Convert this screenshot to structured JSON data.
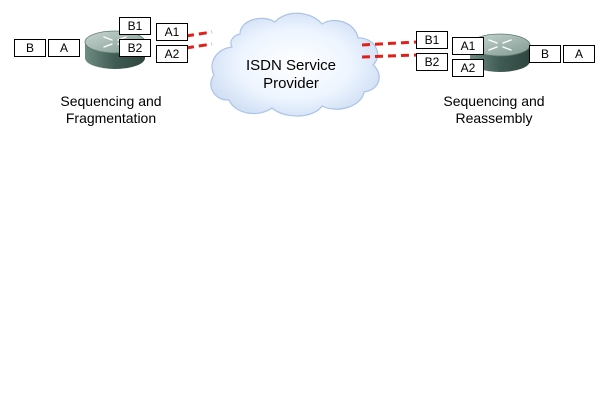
{
  "left_side": {
    "input_packets": [
      "B",
      "A"
    ],
    "channel_b1": {
      "label": "B1",
      "fragment": "A1"
    },
    "channel_b2": {
      "label": "B2",
      "fragment": "A2"
    },
    "caption_line1": "Sequencing and",
    "caption_line2": "Fragmentation"
  },
  "cloud": {
    "line1": "ISDN Service",
    "line2": "Provider"
  },
  "right_side": {
    "channel_b1": {
      "label": "B1",
      "fragment": "A1"
    },
    "channel_b2": {
      "label": "B2",
      "fragment": "A2"
    },
    "output_packets": [
      "B",
      "A"
    ],
    "caption_line1": "Sequencing and",
    "caption_line2": "Reassembly"
  },
  "colors": {
    "link": "#e0201a",
    "router_top": "#9fb4ad",
    "router_side": "#4d6b62"
  },
  "icons": [
    "router-icon",
    "cloud-icon"
  ]
}
